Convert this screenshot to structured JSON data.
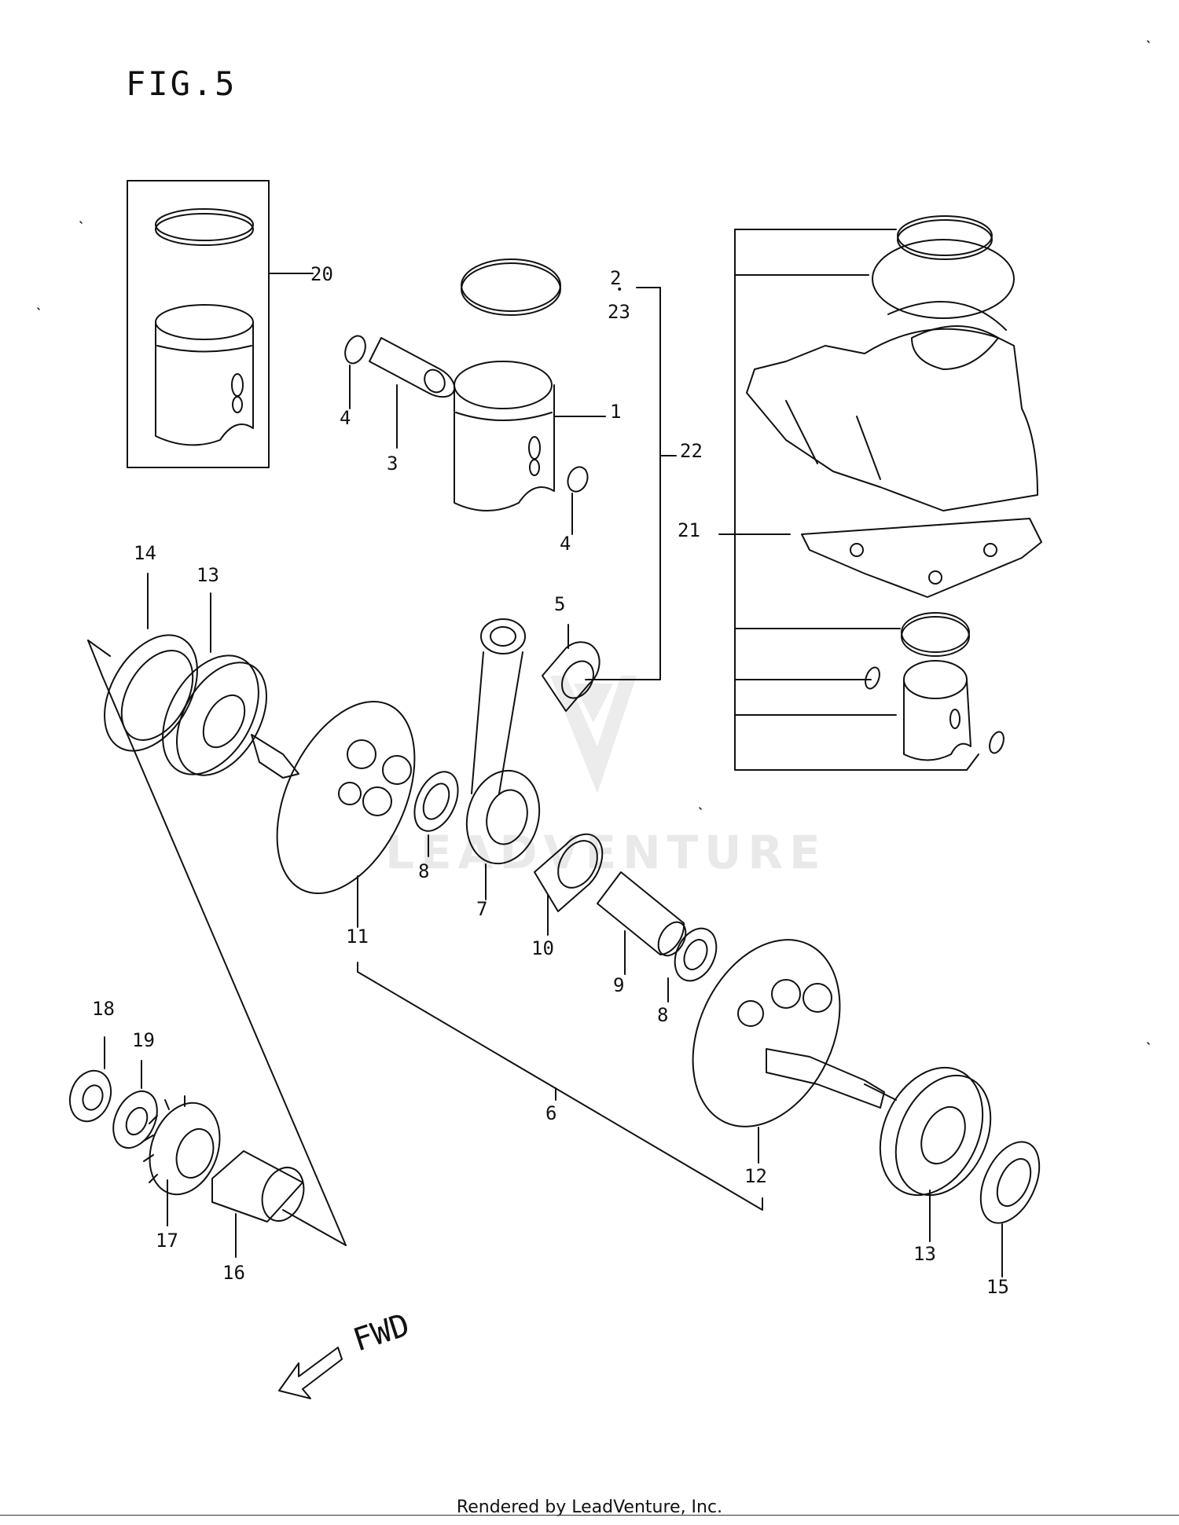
{
  "figure": {
    "title": "FIG.5"
  },
  "callouts": {
    "c1": "1",
    "c2": "2",
    "c23": "23",
    "c3": "3",
    "c4a": "4",
    "c4b": "4",
    "c5": "5",
    "c6": "6",
    "c7": "7",
    "c8a": "8",
    "c8b": "8",
    "c9": "9",
    "c10": "10",
    "c11": "11",
    "c12": "12",
    "c13a": "13",
    "c13b": "13",
    "c14": "14",
    "c15": "15",
    "c16": "16",
    "c17": "17",
    "c18": "18",
    "c19": "19",
    "c20": "20",
    "c21": "21",
    "c22": "22"
  },
  "direction": {
    "label": "FWD"
  },
  "watermark": {
    "text": "LEADVENTURE"
  },
  "footer": {
    "rendered_by": "Rendered by LeadVenture, Inc."
  }
}
